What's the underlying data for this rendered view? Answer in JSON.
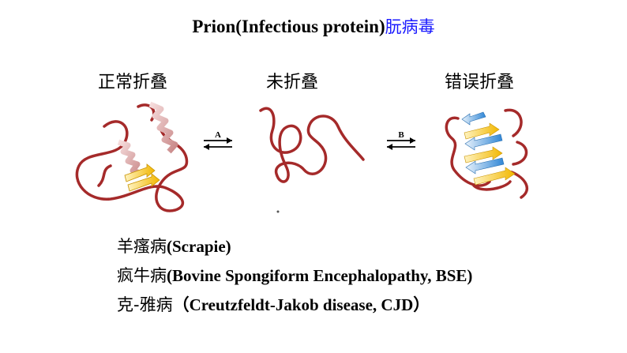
{
  "slide": {
    "title_en": "Prion(Infectious protein)",
    "title_cn": "朊病毒",
    "states": {
      "normal": "正常折叠",
      "unfolded": "未折叠",
      "misfolded": "错误折叠"
    },
    "arrows": {
      "a": "A",
      "b": "B"
    },
    "diseases": [
      {
        "cn": "羊瘙病",
        "en": "(Scrapie)"
      },
      {
        "cn": "疯牛病",
        "en": "(Bovine Spongiform Encephalopathy, BSE)"
      },
      {
        "cn": "克-雅病",
        "en": "（Creutzfeldt-Jakob disease, CJD）"
      }
    ],
    "colors": {
      "title_cn": "#1a1aff",
      "chain": "#a52a2a",
      "helix": "#e8b4b4",
      "strand_yellow": "#f5c518",
      "strand_blue": "#3a8fd9"
    }
  }
}
